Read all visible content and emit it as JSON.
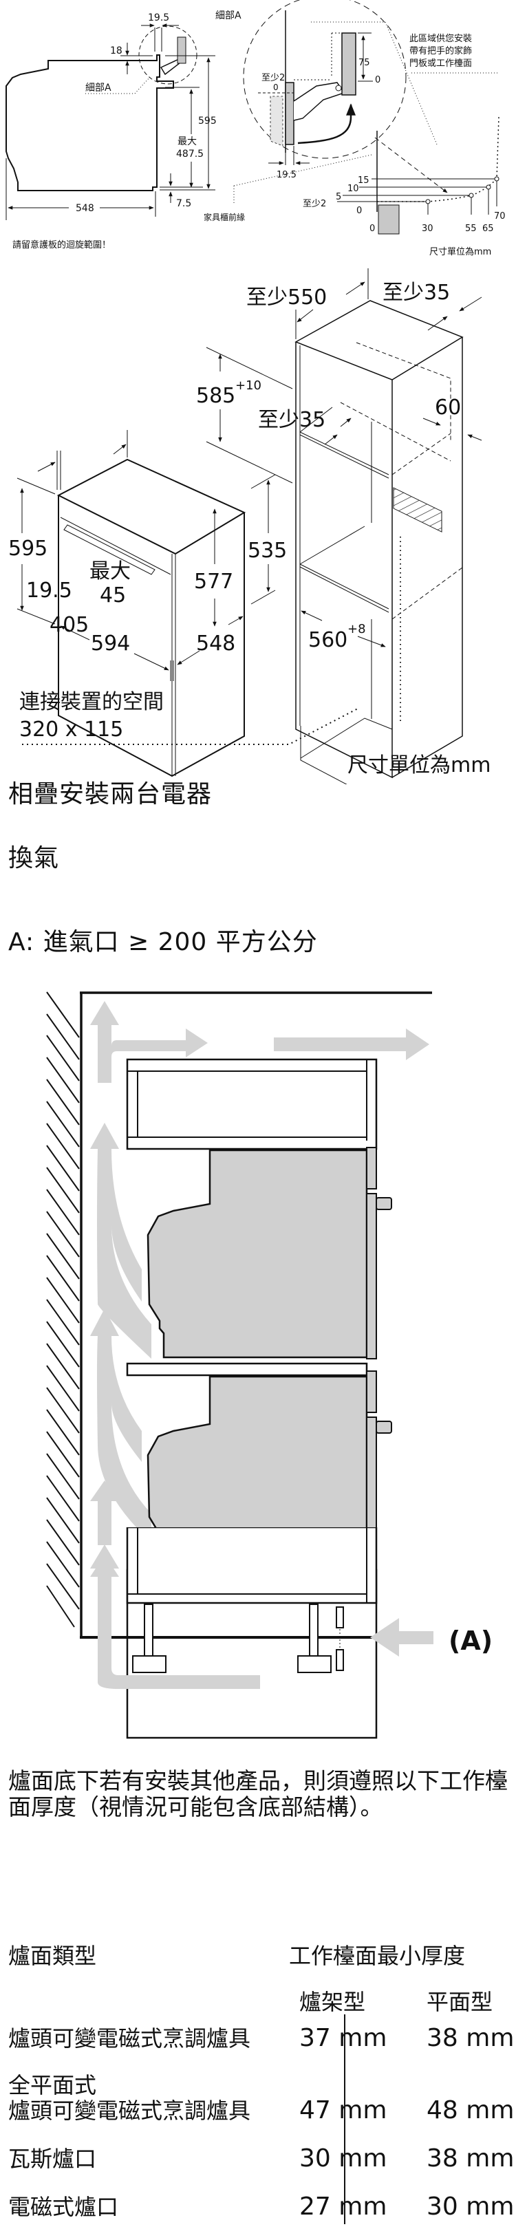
{
  "detail_drawing": {
    "dim_top_offset": "19.5",
    "dim_top_gap": "18",
    "detail_label_left": "細部A",
    "detail_label_top": "細部A",
    "dim_height_595": "595",
    "dim_max_label": "最大",
    "dim_max_value": "487.5",
    "dim_bottom_gap": "7.5",
    "dim_depth": "548",
    "notice": "請留意護板的迴旋範圍！",
    "zoom_min_label": "至少2",
    "zoom_zero_small": "0",
    "zoom_75": "75",
    "zoom_0_right": "0",
    "zoom_19_5": "19.5",
    "cabinet_front_edge": "家具櫃前緣",
    "callout_text_line1": "此區域供您安裝",
    "callout_text_line2": "帶有把手的家飾",
    "callout_text_line3": "門板或工作檯面",
    "graph_y_labels": [
      "15",
      "10",
      "5",
      "0"
    ],
    "graph_min_label": "至少2",
    "graph_x_labels": [
      "0",
      "30",
      "55",
      "65",
      "70"
    ],
    "unit_note": "尺寸單位為mm"
  },
  "iso_drawing": {
    "min_550": "至少550",
    "min_35_top": "至少35",
    "dim_585": "585",
    "dim_585_tol": "+10",
    "min_35_mid": "至少35",
    "dim_60": "60",
    "dim_19_5": "19.5",
    "dim_405": "405",
    "dim_595": "595",
    "dim_535": "535",
    "dim_560": "560",
    "dim_560_tol": "+8",
    "max_label": "最大",
    "max_45": "45",
    "dim_577": "577",
    "dim_594": "594",
    "dim_548": "548",
    "connection_label": "連接裝置的空間",
    "connection_size": "320 x 115",
    "unit_note": "尺寸單位為mm"
  },
  "sections": {
    "stacking_title": "相疊安裝兩台電器",
    "ventilation_title": "換氣",
    "air_inlet": "A: 進氣口 ≥ 200 平方公分"
  },
  "ventilation_diagram": {
    "inlet_marker": "(A)",
    "arrow_color": "#d3d3d3",
    "appliance_fill": "#d0d0d0"
  },
  "hob_note": "爐面底下若有安裝其他產品，則須遵照以下工作檯面厚度（視情況可能包含底部結構）。",
  "table": {
    "col_type_header": "爐面類型",
    "col_thickness_header": "工作檯面最小厚度",
    "sub_headers": [
      "爐架型",
      "平面型"
    ],
    "rows": [
      {
        "type": "爐頭可變電磁式烹調爐具",
        "type_line2": "",
        "rack": "37 mm",
        "flat": "38 mm"
      },
      {
        "type": "全平面式",
        "type_line2": "爐頭可變電磁式烹調爐具",
        "rack": "47 mm",
        "flat": "48 mm"
      },
      {
        "type": "瓦斯爐口",
        "type_line2": "",
        "rack": "30 mm",
        "flat": "38 mm"
      },
      {
        "type": "電磁式爐口",
        "type_line2": "",
        "rack": "27 mm",
        "flat": "30 mm"
      }
    ]
  }
}
